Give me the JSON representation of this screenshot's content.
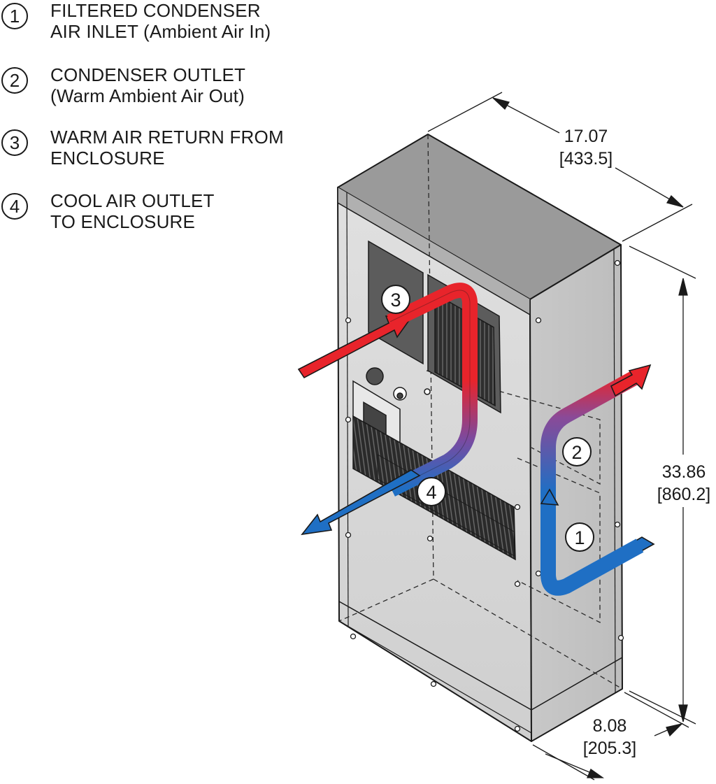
{
  "legend": [
    {
      "number": "1",
      "line1": "FILTERED CONDENSER",
      "line2": "AIR INLET (Ambient Air In)"
    },
    {
      "number": "2",
      "line1": "CONDENSER OUTLET",
      "line2": "(Warm Ambient Air Out)"
    },
    {
      "number": "3",
      "line1": "WARM AIR RETURN FROM",
      "line2": "ENCLOSURE"
    },
    {
      "number": "4",
      "line1": "COOL AIR OUTLET",
      "line2": "TO ENCLOSURE"
    }
  ],
  "dimensions": {
    "width": {
      "value": "17.07",
      "metric": "[433.5]"
    },
    "height": {
      "value": "33.86",
      "metric": "[860.2]"
    },
    "depth": {
      "value": "8.08",
      "metric": "[205.3]"
    }
  },
  "callouts": {
    "c1": "1",
    "c2": "2",
    "c3": "3",
    "c4": "4"
  },
  "colors": {
    "warm": "#e8242b",
    "cool": "#1f6fc4",
    "panel": "#d6d6d6",
    "outline": "#1a1a1a"
  }
}
